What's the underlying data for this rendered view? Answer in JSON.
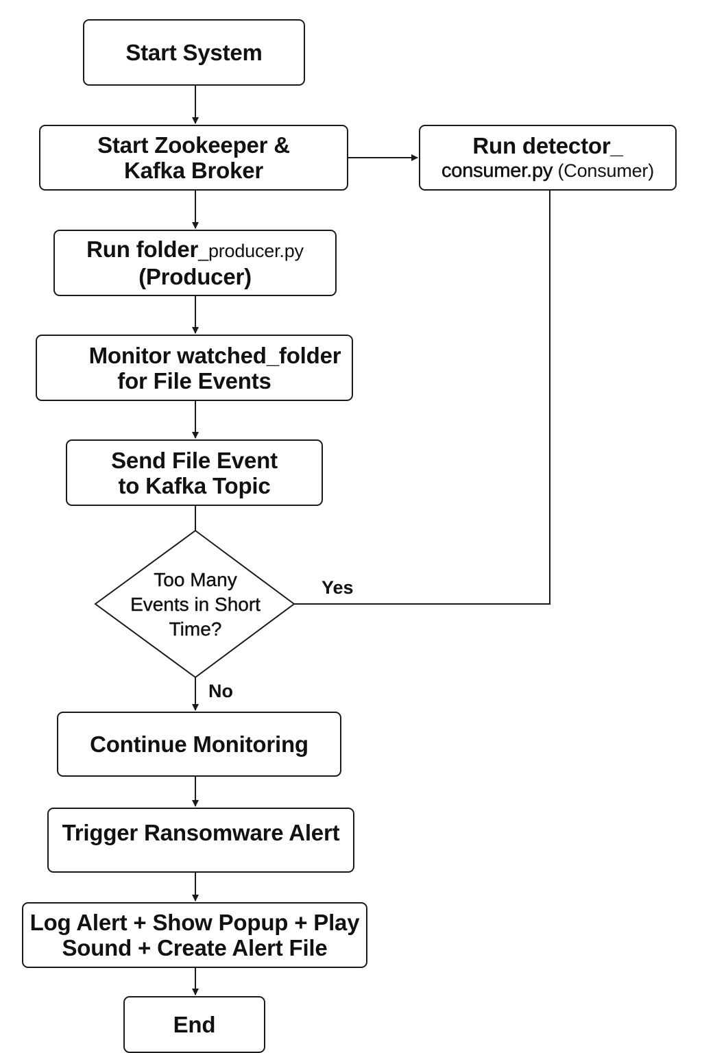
{
  "nodes": {
    "start": [
      "Start System"
    ],
    "kafka": [
      "Start Zookeeper &",
      "Kafka Broker"
    ],
    "consumer": {
      "line1": "Run detector_",
      "line2_main": "consumer.py",
      "line2_extra": " (Consumer)"
    },
    "producer": {
      "line1_main": "Run folder",
      "line1_extra": "_producer.py",
      "line2": "(Producer)"
    },
    "monitor": [
      "Monitor watched_folder",
      "for File Events"
    ],
    "send": [
      "Send File Event",
      "to Kafka Topic"
    ],
    "decision": [
      "Too Many",
      "Events in Short",
      "Time?"
    ],
    "continue": [
      "Continue Monitoring"
    ],
    "alert": [
      "Trigger Ransomware Alert"
    ],
    "actions": [
      "Log Alert + Show Popup + Play",
      "Sound + Create Alert File"
    ],
    "end": [
      "End"
    ]
  },
  "edges": {
    "yes_label": "Yes",
    "no_label": "No"
  }
}
